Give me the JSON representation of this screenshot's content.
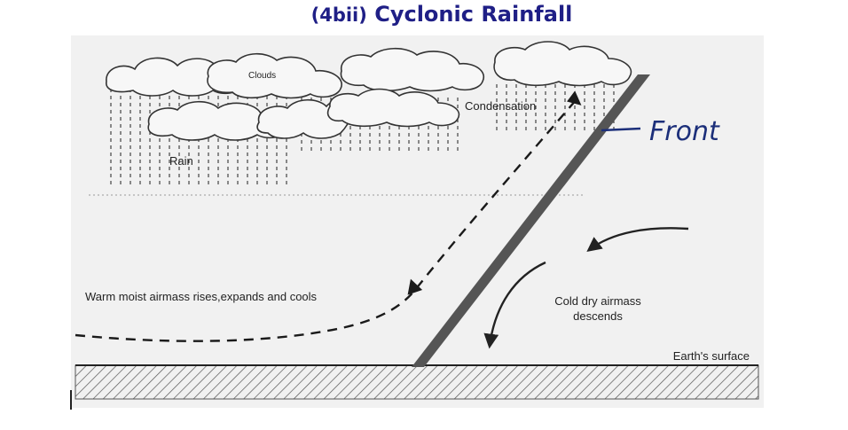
{
  "title": {
    "prefix": "(4bii)",
    "main": "Cyclonic Rainfall"
  },
  "labels": {
    "clouds": "Clouds",
    "rain": "Rain",
    "condensation": "Condensation",
    "front": "Front",
    "warm_airmass": "Warm moist airmass rises,expands and cools",
    "cold_line1": "Cold dry airmass",
    "cold_line2": "descends",
    "earth_surface": "Earth's surface"
  },
  "colors": {
    "title": "#1f1f86",
    "handwriting": "#1c2f7a",
    "front_band": "#555555",
    "ink": "#222222",
    "scan_background": "#f1f1f1"
  },
  "icons": [
    "cloud-icon",
    "rain-streak-icon",
    "dashed-arrow-icon",
    "curved-arrow-icon",
    "hatched-ground-icon"
  ]
}
